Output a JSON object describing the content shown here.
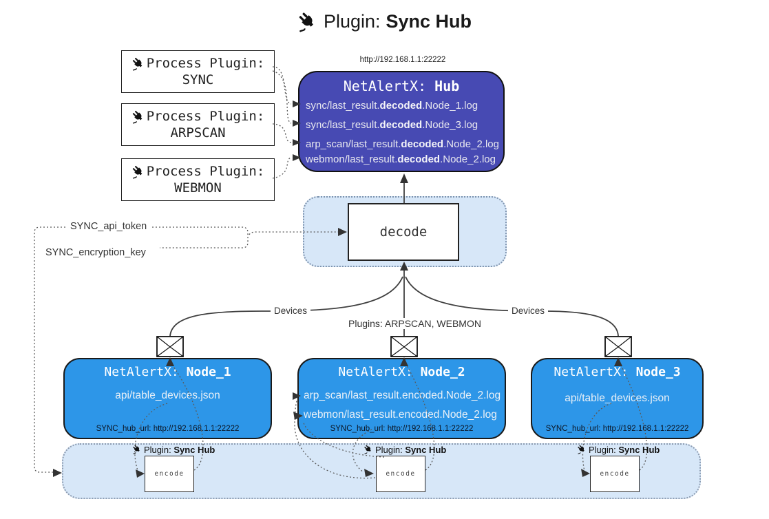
{
  "title": {
    "icon": "plug-icon",
    "prefix": "Plugin: ",
    "name": "Sync Hub"
  },
  "hub": {
    "url_label": "http://192.168.1.1:22222",
    "title_prefix": "NetAlertX: ",
    "title_name": "Hub",
    "logs": [
      {
        "pre": "sync/last_result.",
        "bold": "decoded",
        "post": ".Node_1.log"
      },
      {
        "pre": "sync/last_result.",
        "bold": "decoded",
        "post": ".Node_3.log"
      },
      {
        "pre": "arp_scan/last_result.",
        "bold": "decoded",
        "post": ".Node_2.log"
      },
      {
        "pre": "webmon/last_result.",
        "bold": "decoded",
        "post": ".Node_2.log"
      }
    ]
  },
  "process_plugins": [
    {
      "label": "Process Plugin:",
      "name": "SYNC"
    },
    {
      "label": "Process Plugin:",
      "name": "ARPSCAN"
    },
    {
      "label": "Process Plugin:",
      "name": "WEBMON"
    }
  ],
  "decode_label": "decode",
  "settings": {
    "api_token": "SYNC_api_token",
    "encryption_key": "SYNC_encryption_key"
  },
  "edge_labels": {
    "left": "Devices",
    "middle": "Plugins: ARPSCAN, WEBMON",
    "right": "Devices"
  },
  "nodes": [
    {
      "title_prefix": "NetAlertX: ",
      "title_name": "Node_1",
      "files": [
        "api/table_devices.json"
      ],
      "hub_url": "SYNC_hub_url: http://192.168.1.1:22222"
    },
    {
      "title_prefix": "NetAlertX: ",
      "title_name": "Node_2",
      "files": [
        "arp_scan/last_result.encoded.Node_2.log",
        "webmon/last_result.encoded.Node_2.log"
      ],
      "hub_url": "SYNC_hub_url: http://192.168.1.1:22222"
    },
    {
      "title_prefix": "NetAlertX: ",
      "title_name": "Node_3",
      "files": [
        "api/table_devices.json"
      ],
      "hub_url": "SYNC_hub_url: http://192.168.1.1:22222"
    }
  ],
  "encode_band": {
    "plugin_prefix": "Plugin: ",
    "plugin_name": "Sync Hub",
    "encode_label": "encode"
  },
  "colors": {
    "hub_fill": "#474ab3",
    "node_fill": "#2d96e8",
    "band_fill": "#d7e7f8",
    "hub_text": "#e8e8ef",
    "node_text": "#e9f0f7",
    "line": "#3f3f3f"
  }
}
